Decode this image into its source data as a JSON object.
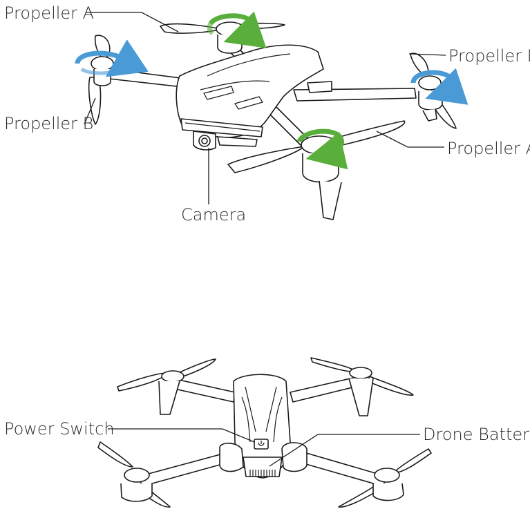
{
  "top_view": {
    "labels": {
      "propeller_a_top": "Propeller A",
      "propeller_b_right": "Propeller B",
      "propeller_b_left": "Propeller B",
      "propeller_a_bottom": "Propeller A",
      "camera": "Camera"
    },
    "rotation_colors": {
      "propeller_a": "#5aae3c",
      "propeller_b": "#4a9ad6"
    }
  },
  "bottom_view": {
    "labels": {
      "power_switch": "Power Switch",
      "drone_battery": "Drone Battery"
    }
  },
  "icons": [
    "clockwise-rotation-arrow-icon",
    "counterclockwise-rotation-arrow-icon",
    "power-icon"
  ]
}
